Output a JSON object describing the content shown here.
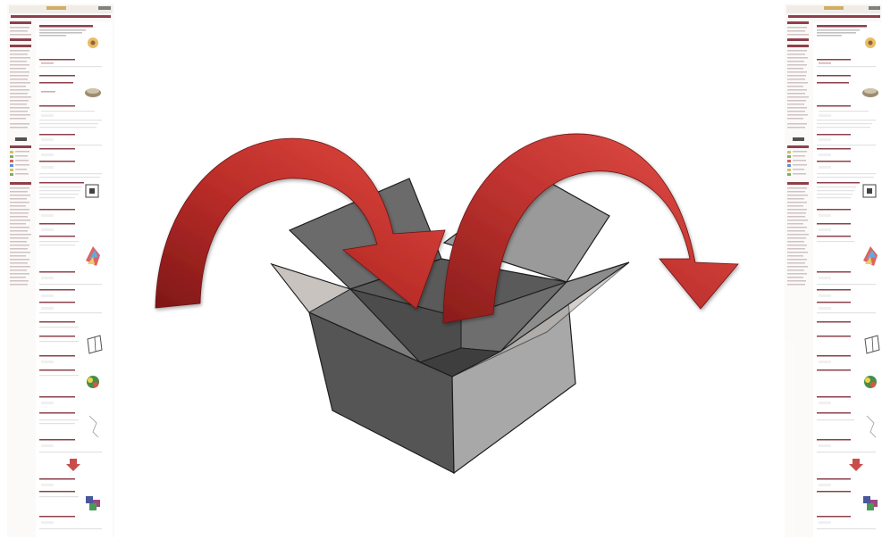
{
  "diagram": {
    "description_items": [
      {
        "name": "source-page-thumbnail",
        "role": "input document"
      },
      {
        "name": "box",
        "role": "transform container"
      },
      {
        "name": "output-page-thumbnail",
        "role": "output document"
      }
    ],
    "colors": {
      "arrow_dark": "#8c1c1c",
      "arrow_mid": "#c0302c",
      "arrow_light": "#e04a42",
      "box_front_left": "#555555",
      "box_front_right": "#a9a9a9",
      "box_flap_back": "#6e6e6e",
      "box_inner": "#4a4a4a",
      "box_edge": "#1e1e1e",
      "page_maroon": "#7a1f2b",
      "page_background": "#f4f2ee"
    }
  },
  "thumbnails": {
    "source": {
      "header_left": "",
      "header_logo": "",
      "header_right": ""
    },
    "output": {
      "header_left": "",
      "header_logo": "",
      "header_right": ""
    }
  }
}
